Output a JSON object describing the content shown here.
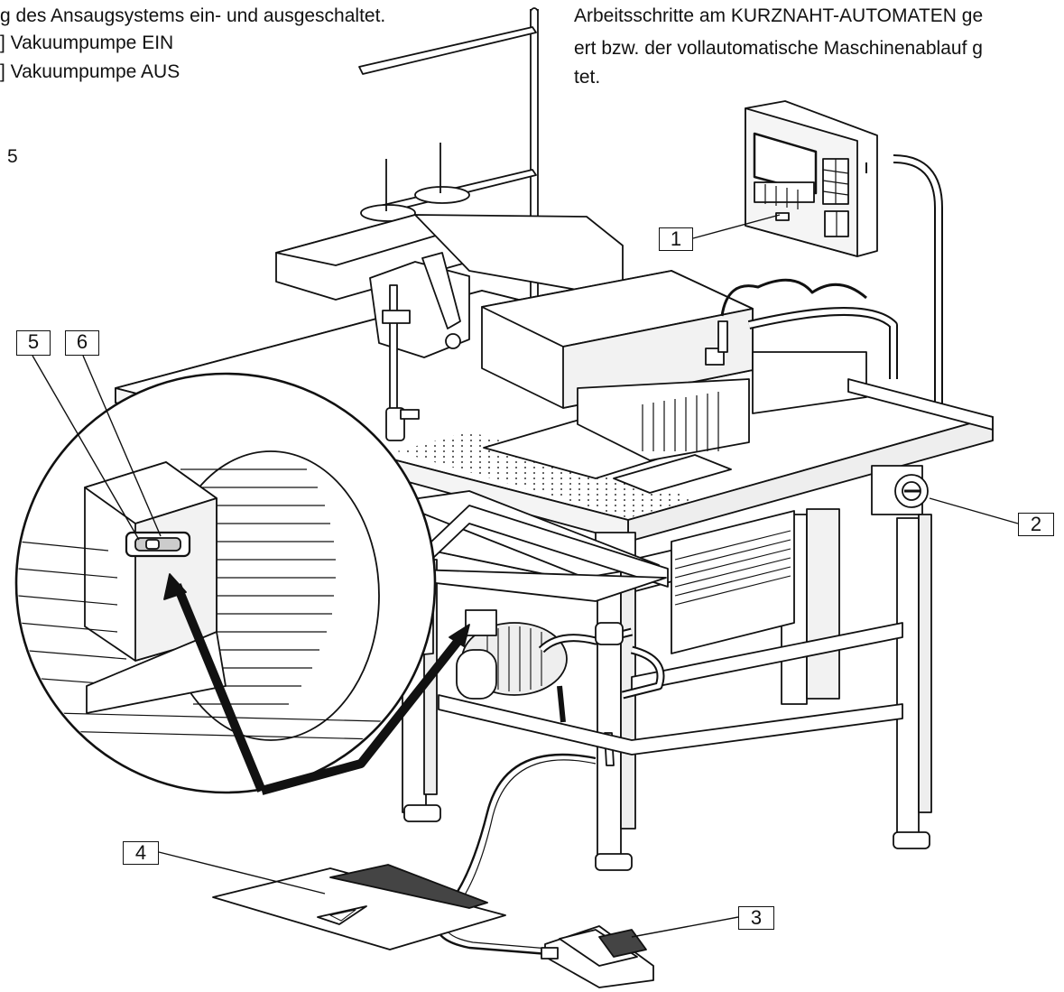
{
  "text_left": {
    "line1": "g des Ansaugsystems ein- und ausgeschaltet.",
    "line2": "] Vakuumpumpe EIN",
    "line3": "] Vakuumpumpe AUS",
    "fig_number": "5"
  },
  "text_right": {
    "line1": "Arbeitsschritte am KURZNAHT-AUTOMATEN ge",
    "line2": "ert bzw. der vollautomatische Maschinenablauf g",
    "line3": "tet."
  },
  "callouts": {
    "c1": "1",
    "c2": "2",
    "c3": "3",
    "c4": "4",
    "c5": "5",
    "c6": "6"
  },
  "colors": {
    "line": "#111111",
    "fill": "#ffffff",
    "shade": "#d9d9d9",
    "dark": "#555555"
  }
}
